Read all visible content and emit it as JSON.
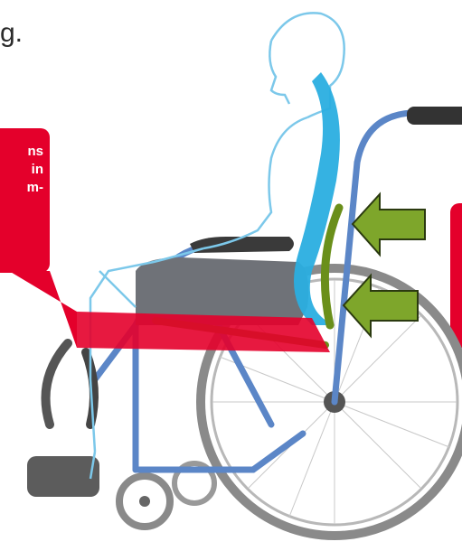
{
  "top_text": "g.",
  "left_callout": {
    "lines": [
      "ns",
      "in",
      "m-"
    ]
  },
  "colors": {
    "accent_red": "#e4002b",
    "frame_blue": "#5b86c7",
    "spine_cyan": "#2aaee0",
    "support_green": "#6a8f1a",
    "outline_cyan": "#7cc8ea",
    "wheel_grey": "#9a9a9a",
    "seat_grey": "#6f7278"
  }
}
